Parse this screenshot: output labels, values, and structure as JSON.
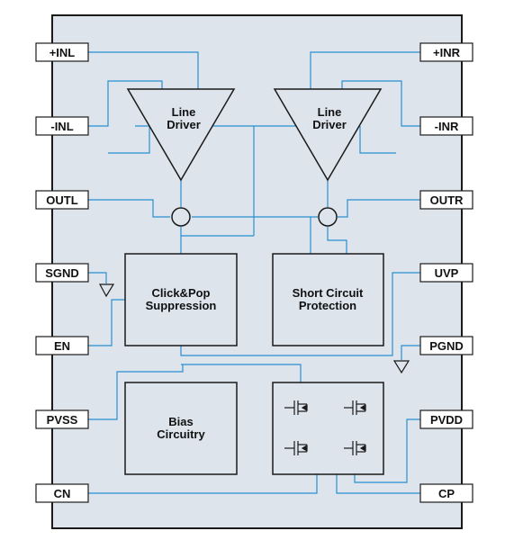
{
  "colors": {
    "chip_fill": "#dde4ec",
    "border": "#1a1a1a",
    "wire": "#2a8fd0",
    "pin_fill": "#ffffff"
  },
  "pins_left": [
    "+INL",
    "-INL",
    "OUTL",
    "SGND",
    "EN",
    "PVSS",
    "CN"
  ],
  "pins_right": [
    "+INR",
    "-INR",
    "OUTR",
    "UVP",
    "PGND",
    "PVDD",
    "CP"
  ],
  "blocks": {
    "line_driver_left": [
      "Line",
      "Driver"
    ],
    "line_driver_right": [
      "Line",
      "Driver"
    ],
    "click_pop": [
      "Click&Pop",
      "Suppression"
    ],
    "short_circuit": [
      "Short Circuit",
      "Protection"
    ],
    "bias": [
      "Bias",
      "Circuitry"
    ]
  },
  "icons": {
    "ground_symbols": [
      "ground-icon",
      "ground-icon"
    ],
    "transistor_switches": [
      "mosfet-icon",
      "mosfet-icon",
      "mosfet-icon",
      "mosfet-icon"
    ]
  }
}
